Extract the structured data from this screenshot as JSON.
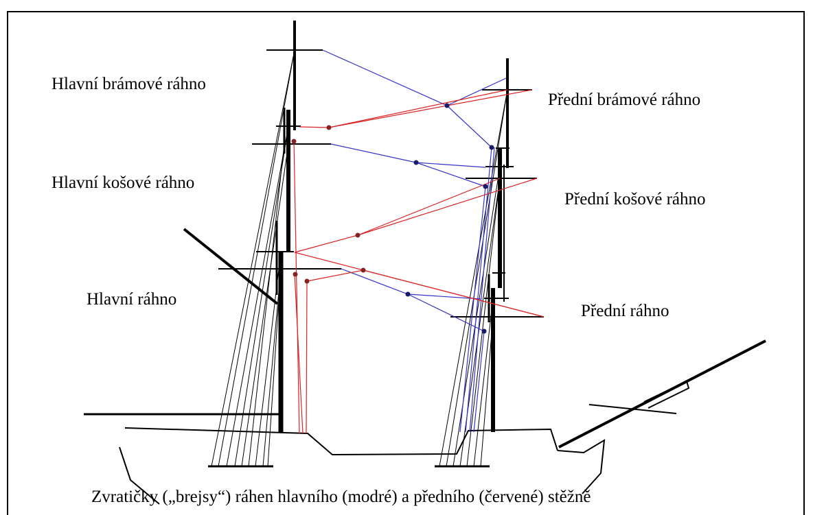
{
  "labels": {
    "main_royal": "Hlavní brámové ráhno",
    "main_topsail": "Hlavní košové ráhno",
    "main_yard": "Hlavní ráhno",
    "fore_royal": "Přední brámové ráhno",
    "fore_topsail": "Přední košové ráhno",
    "fore_yard": "Přední ráhno"
  },
  "caption": "Zvratičky („brejsy“) ráhen hlavního (modré) a předního (červené) stěžně",
  "colors": {
    "main_braces": "#3333cc",
    "fore_braces": "#dd2222",
    "rigging": "#000000",
    "dot_blue": "#1a1a66",
    "dot_red": "#882222"
  }
}
